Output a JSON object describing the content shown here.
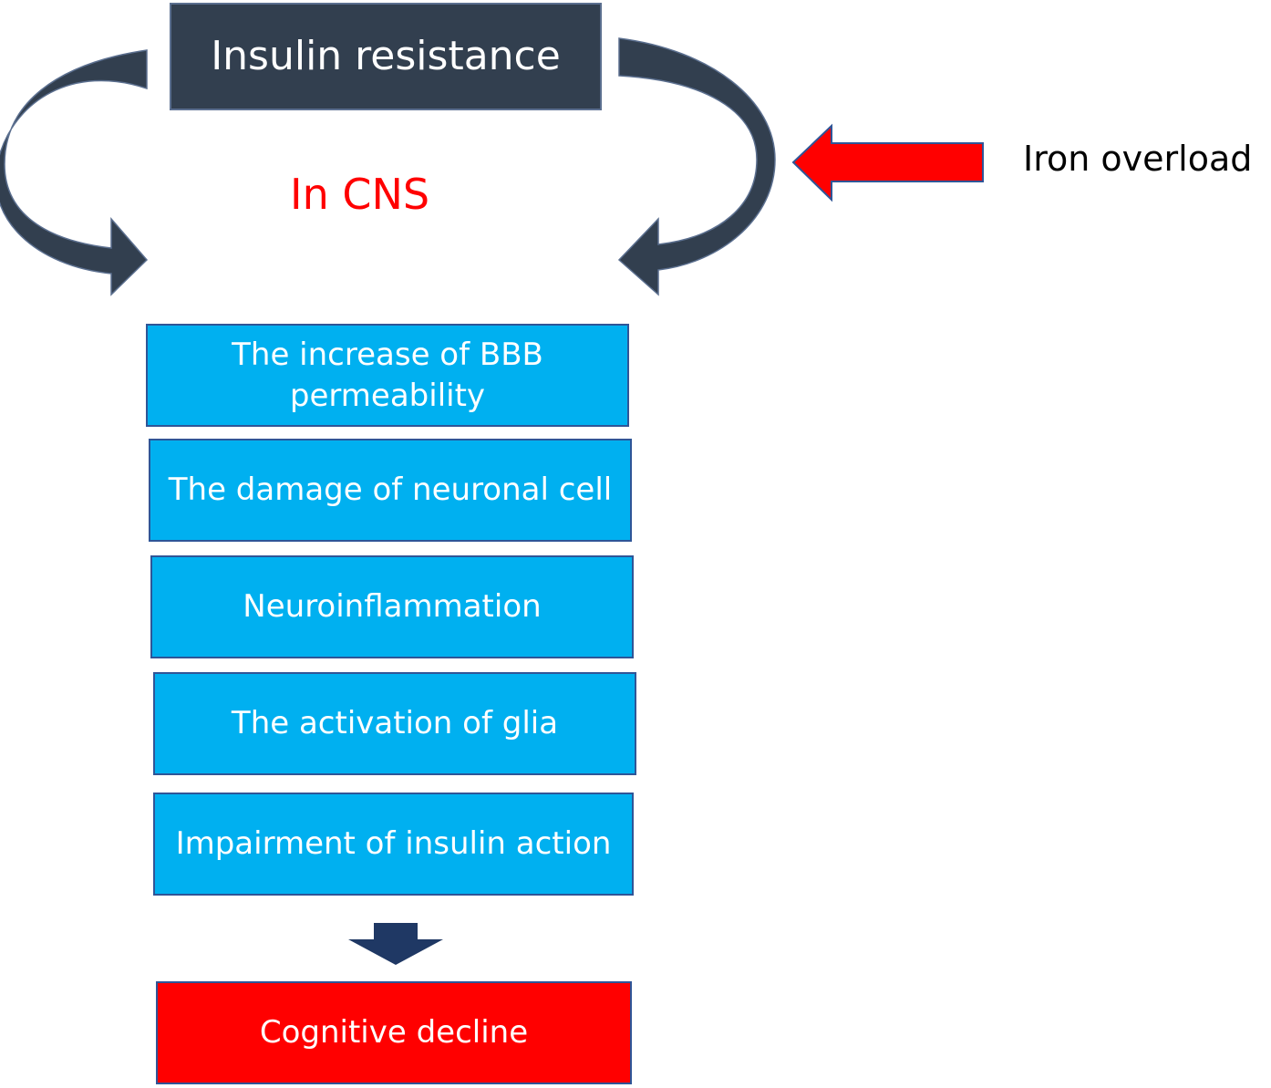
{
  "diagram": {
    "top_box": "Insulin resistance",
    "context_label": "In CNS",
    "side_label": "Iron overload",
    "steps": [
      "The increase of BBB permeability",
      "The damage of neuronal cell",
      "Neuroinflammation",
      "The activation of glia",
      "Impairment of insulin action"
    ],
    "outcome": "Cognitive decline"
  },
  "colors": {
    "top_box": "#323f4f",
    "curved_arrows": "#323f4f",
    "step_boxes": "#00b0f0",
    "outcome_box": "#ff0000",
    "iron_arrow": "#ff0000",
    "down_arrow": "#1f3864",
    "context_label": "#ff0000"
  }
}
